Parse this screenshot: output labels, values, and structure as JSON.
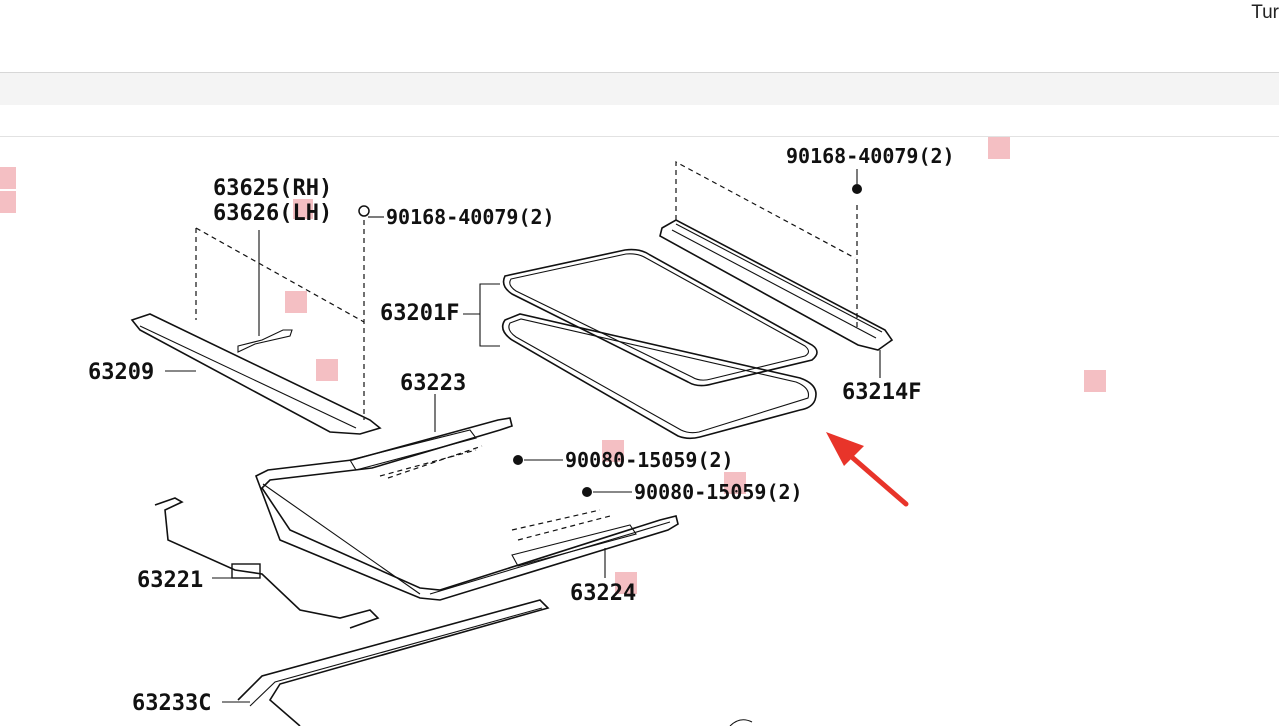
{
  "header": {
    "top_right_text": "Tur"
  },
  "diagram": {
    "parts": [
      {
        "id": "p1",
        "label": "90168-40079(2)"
      },
      {
        "id": "p2",
        "label": "63625(RH)"
      },
      {
        "id": "p3",
        "label": "63626(LH)"
      },
      {
        "id": "p4",
        "label": "90168-40079(2)"
      },
      {
        "id": "p5",
        "label": "63201F"
      },
      {
        "id": "p6",
        "label": "63209"
      },
      {
        "id": "p7",
        "label": "63223"
      },
      {
        "id": "p8",
        "label": "63214F"
      },
      {
        "id": "p9",
        "label": "90080-15059(2)"
      },
      {
        "id": "p10",
        "label": "90080-15059(2)"
      },
      {
        "id": "p11",
        "label": "63221"
      },
      {
        "id": "p12",
        "label": "63224"
      },
      {
        "id": "p13",
        "label": "63233C"
      }
    ],
    "annotation_arrow_color": "#e8342a",
    "hotspot_color": "#f2b4b8"
  }
}
